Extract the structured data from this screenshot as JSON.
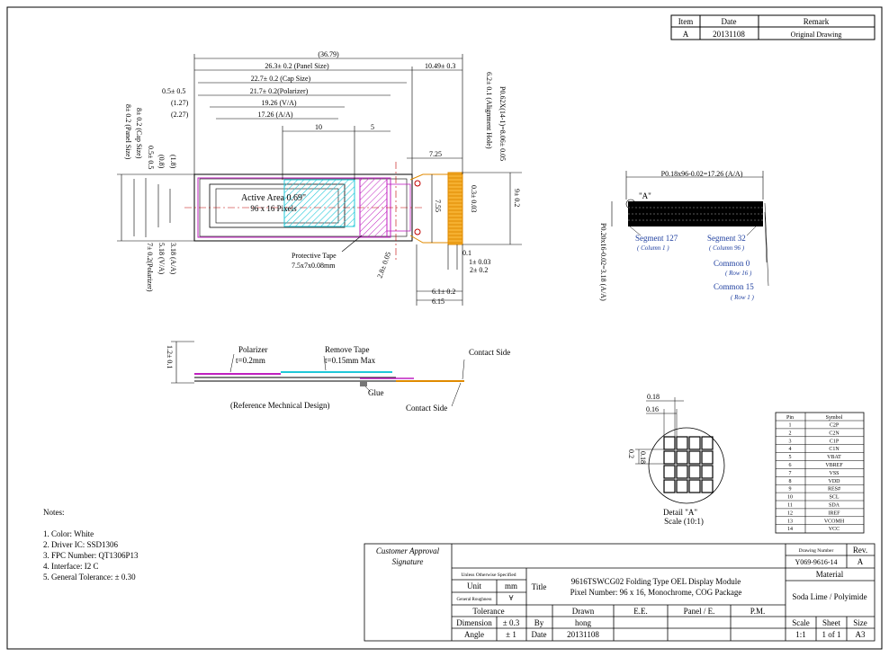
{
  "revision_table": {
    "headers": [
      "Item",
      "Date",
      "Remark"
    ],
    "rows": [
      [
        "A",
        "20131108",
        "Original Drawing"
      ]
    ]
  },
  "dimensions_top": {
    "overall": "(36.79)",
    "panel_size": "26.3± 0.2 (Panel Size)",
    "fpc_offset": "10.49± 0.3",
    "cap_size": "22.7± 0.2 (Cap Size)",
    "polarizer": "21.7± 0.2(Polarizer)",
    "va": "19.26 (V/A)",
    "aa": "17.26 (A/A)",
    "left_05": "0.5± 0.5",
    "left_127": "(1.27)",
    "left_227": "(2.27)",
    "d10": "10",
    "d5": "5",
    "d725": "7.25",
    "alignment_hole": "P0.62X(14-1)=8.06± 0.05",
    "alignment_hole2": "6.2± 0.1 (Alignment Hole)"
  },
  "dimensions_left": {
    "panel": "8± 0.2 (Panel Size)",
    "cap": "8± 0.2 (Cap Size)",
    "d05": "0.5± 0.5",
    "d08": "(0.8)",
    "d18": "(1.8)",
    "aa": "3.18 (A/A)",
    "va": "5.18 (V/A)",
    "pol": "7± 0.2(Polarizer)"
  },
  "dimensions_right": {
    "d9": "9± 0.2",
    "d03": "0.3± 0.03",
    "d755": "7.55",
    "d01": "0.1",
    "d1": "1± 0.03",
    "d2": "2± 0.2",
    "d61": "6.1± 0.2",
    "d615": "6.15",
    "d28": "2.8± 0.05"
  },
  "active_area": {
    "line1": "Active Area 0.69\"",
    "line2": "96 x 16 Pixels"
  },
  "protective_tape": {
    "line1": "Protective Tape",
    "line2": "7.5x7x0.08mm"
  },
  "pixel_diagram": {
    "pitch": "P0.18x96-0.02=17.26 (A/A)",
    "vpitch": "P0.20x16-0.02=3.18 (A/A)",
    "marker": "\"A\"",
    "seg127": "Segment 127",
    "col1": "( Column 1 )",
    "seg32": "Segment 32",
    "col96": "( Column 96 )",
    "com0": "Common 0",
    "row16": "( Row 16 )",
    "com15": "Common 15",
    "row1": "( Row 1 )"
  },
  "side_view": {
    "thickness": "1.2± 0.1",
    "polarizer": "Polarizer",
    "pol_t": "t=0.2mm",
    "remove_tape": "Remove Tape",
    "tape_t": "t=0.15mm Max",
    "contact_top": "Contact Side",
    "contact_bottom": "Contact Side",
    "glue": "Glue",
    "ref": "(Reference Mechnical Design)"
  },
  "detail": {
    "d018": "0.18",
    "d016": "0.16",
    "v02": "0.2",
    "v018": "0.18",
    "label": "Detail \"A\"",
    "scale": "Scale (10:1)"
  },
  "pin_table": {
    "headers": [
      "Pin",
      "Symbol"
    ],
    "rows": [
      [
        "1",
        "C2P"
      ],
      [
        "2",
        "C2N"
      ],
      [
        "3",
        "C1P"
      ],
      [
        "4",
        "C1N"
      ],
      [
        "5",
        "VBAT"
      ],
      [
        "6",
        "VBREF"
      ],
      [
        "7",
        "VSS"
      ],
      [
        "8",
        "VDD"
      ],
      [
        "9",
        "RES#"
      ],
      [
        "10",
        "SCL"
      ],
      [
        "11",
        "SDA"
      ],
      [
        "12",
        "IREF"
      ],
      [
        "13",
        "VCOMH"
      ],
      [
        "14",
        "VCC"
      ]
    ]
  },
  "notes": {
    "title": "Notes:",
    "items": [
      "1. Color: White",
      "2. Driver IC: SSD1306",
      "3. FPC Number: QT1306P13",
      "4. Interface: I2 C",
      "5. General Tolerance: ± 0.30"
    ]
  },
  "title_block": {
    "customer_approval": "Customer Approval",
    "signature": "Signature",
    "unless": "Unless Otherwise Specified",
    "unit": "Unit",
    "unit_val": "mm",
    "roughness": "General Roughness",
    "title_label": "Title",
    "title_line1": "9616TSWCG02 Folding Type OEL Display Module",
    "title_line2": "Pixel Number: 96 x 16, Monochrome, COG Package",
    "tolerance": "Tolerance",
    "dimension": "Dimension",
    "dimension_val": "± 0.3",
    "angle": "Angle",
    "angle_val": "± 1",
    "by": "By",
    "date": "Date",
    "drawn": "Drawn",
    "drawn_by": "hong",
    "drawn_date": "20131108",
    "ee": "E.E.",
    "panel_e": "Panel / E.",
    "pm": "P.M.",
    "drawing_number_label": "Drawing Number",
    "drawing_number": "Y069-9616-14",
    "rev_label": "Rev.",
    "rev": "A",
    "material_label": "Material",
    "material": "Soda Lime / Polyimide",
    "scale_label": "Scale",
    "scale": "1:1",
    "sheet_label": "Sheet",
    "sheet": "1 of 1",
    "size_label": "Size",
    "size": "A3"
  }
}
